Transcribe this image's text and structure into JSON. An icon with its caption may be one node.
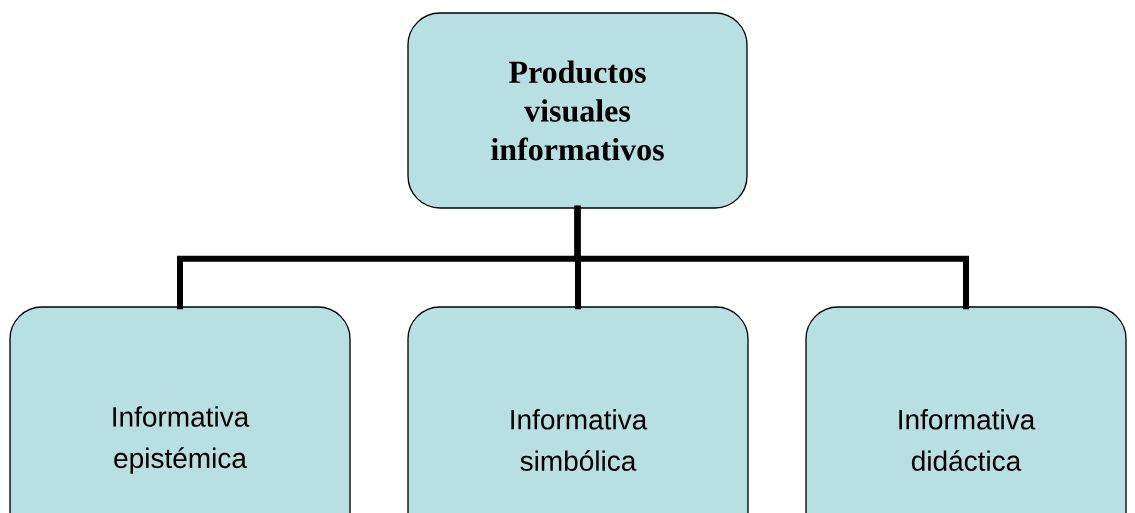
{
  "diagram": {
    "nodes": [
      {
        "text": [
          "Productos visuales informativos"
        ]
      },
      {
        "text": [
          "Informativa epistémica"
        ]
      },
      {
        "text": [
          "Informativa simbólica"
        ]
      },
      {
        "text": [
          "Informativa didáctica"
        ]
      }
    ],
    "edges": [
      {
        "from": 0,
        "to": 1,
        "arrow": "none"
      },
      {
        "from": 0,
        "to": 2,
        "arrow": "none"
      },
      {
        "from": 0,
        "to": 3,
        "arrow": "none"
      }
    ]
  }
}
